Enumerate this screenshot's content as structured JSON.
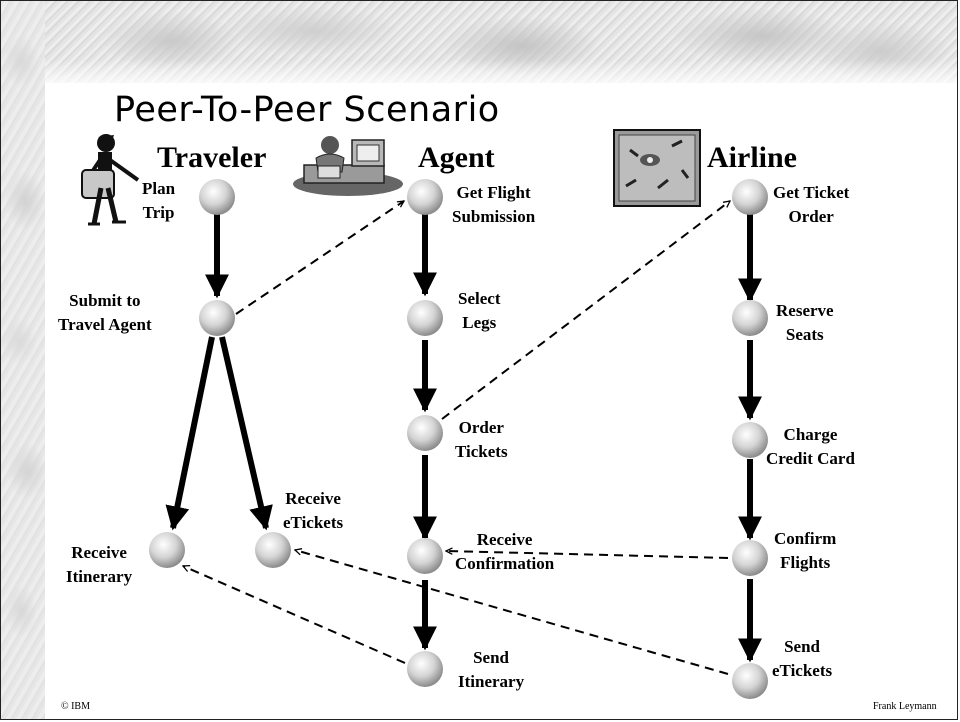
{
  "title": "Peer-To-Peer Scenario",
  "lanes": [
    "Traveler",
    "Agent",
    "Airline"
  ],
  "activities": {
    "plan_trip": [
      "Plan",
      "Trip"
    ],
    "submit_to_travel_agent": [
      "Submit to",
      "Travel Agent"
    ],
    "receive_itinerary": [
      "Receive",
      "Itinerary"
    ],
    "receive_etickets": [
      "Receive",
      "eTickets"
    ],
    "get_flight_submission": [
      "Get Flight",
      "Submission"
    ],
    "select_legs": [
      "Select",
      "Legs"
    ],
    "order_tickets": [
      "Order",
      "Tickets"
    ],
    "receive_confirmation": [
      "Receive",
      "Confirmation"
    ],
    "send_itinerary": [
      "Send",
      "Itinerary"
    ],
    "get_ticket_order": [
      "Get Ticket",
      "Order"
    ],
    "reserve_seats": [
      "Reserve",
      "Seats"
    ],
    "charge_credit_card": [
      "Charge",
      "Credit Card"
    ],
    "confirm_flights": [
      "Confirm",
      "Flights"
    ],
    "send_etickets": [
      "Send",
      "eTickets"
    ]
  },
  "footer": {
    "copyright": "© IBM",
    "author": "Frank Leymann"
  },
  "icons": [
    "traveler-icon",
    "agent-icon",
    "airline-icon"
  ]
}
